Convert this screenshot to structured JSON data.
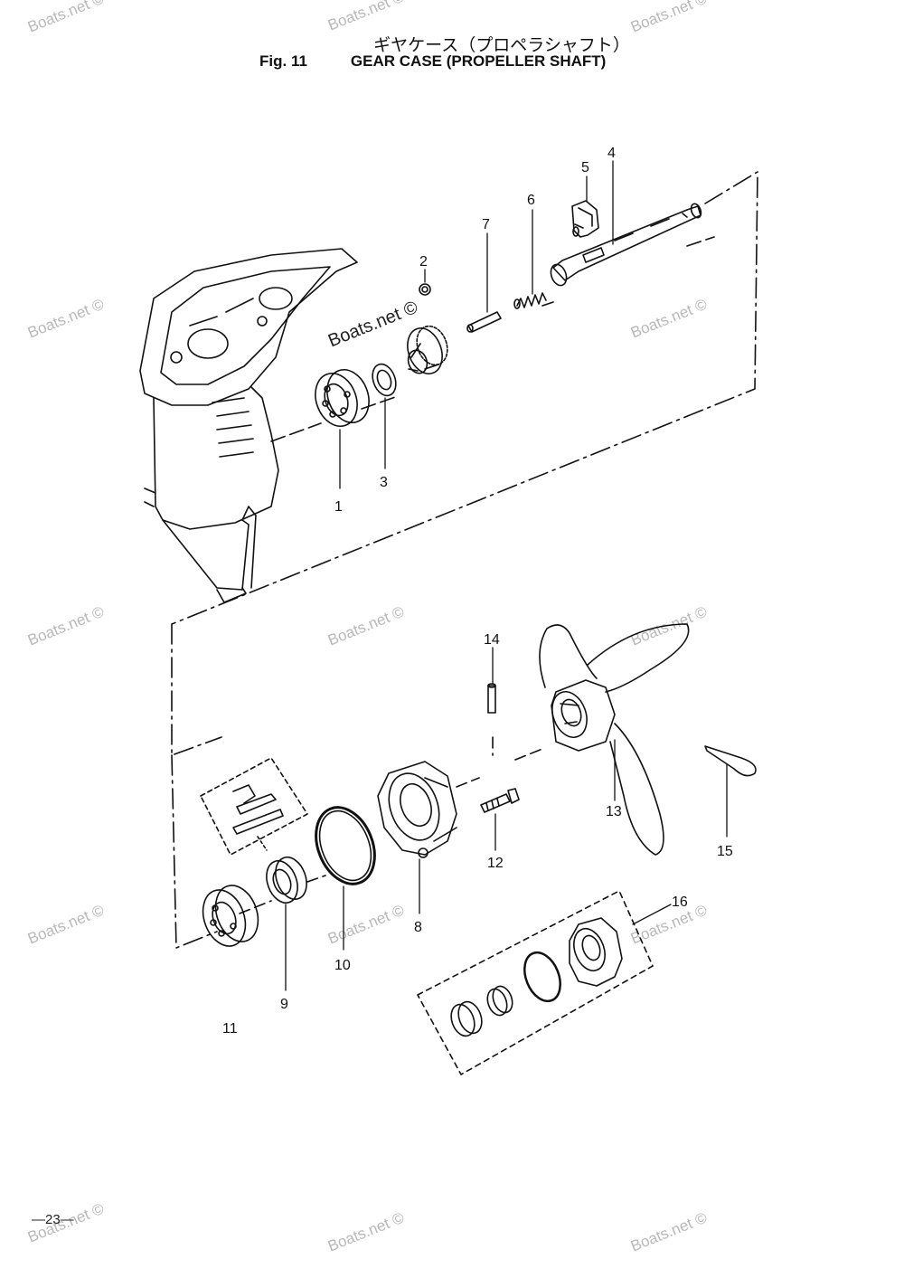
{
  "header": {
    "title_jp": "ギヤケース（プロペラシャフト）",
    "fig_label": "Fig. 11",
    "title_en": "GEAR CASE (PROPELLER SHAFT)"
  },
  "watermark": {
    "text": "Boats.net ©"
  },
  "callouts": [
    {
      "id": "1",
      "label": "1"
    },
    {
      "id": "2",
      "label": "2"
    },
    {
      "id": "3",
      "label": "3"
    },
    {
      "id": "4",
      "label": "4"
    },
    {
      "id": "5",
      "label": "5"
    },
    {
      "id": "6",
      "label": "6"
    },
    {
      "id": "7",
      "label": "7"
    },
    {
      "id": "8",
      "label": "8"
    },
    {
      "id": "9",
      "label": "9"
    },
    {
      "id": "10",
      "label": "10"
    },
    {
      "id": "11",
      "label": "11"
    },
    {
      "id": "12",
      "label": "12"
    },
    {
      "id": "13",
      "label": "13"
    },
    {
      "id": "14",
      "label": "14"
    },
    {
      "id": "15",
      "label": "15"
    },
    {
      "id": "16",
      "label": "16"
    }
  ],
  "footer": {
    "page_number": "—23—"
  }
}
